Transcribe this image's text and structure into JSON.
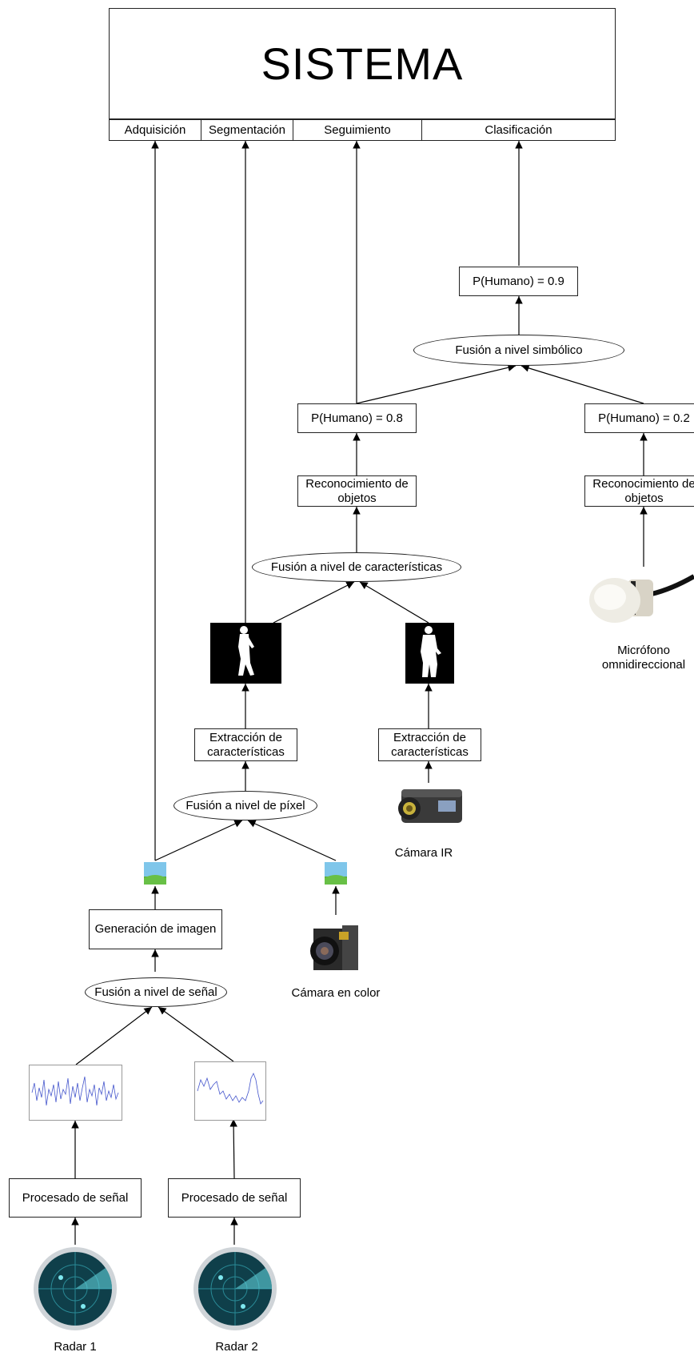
{
  "system": {
    "title": "SISTEMA",
    "tabs": [
      "Adquisición",
      "Segmentación",
      "Seguimiento",
      "Clasificación"
    ]
  },
  "nodes": {
    "p_humano_09": "P(Humano) = 0.9",
    "fusion_simbolico": "Fusión a nivel simbólico",
    "p_humano_08": "P(Humano) = 0.8",
    "p_humano_02": "P(Humano) = 0.2",
    "reconocimiento_1": "Reconocimiento de objetos",
    "reconocimiento_2": "Reconocimiento de objetos",
    "fusion_caracteristicas": "Fusión a nivel de características",
    "extraccion_1": "Extracción de características",
    "extraccion_2": "Extracción de características",
    "fusion_pixel": "Fusión a nivel de píxel",
    "generacion_imagen": "Generación de imagen",
    "fusion_senal": "Fusión a nivel de señal",
    "procesado_1": "Procesado de señal",
    "procesado_2": "Procesado de señal"
  },
  "sensors": {
    "microfono": "Micrófono omnidireccional",
    "camara_ir": "Cámara IR",
    "camara_color": "Cámara en color",
    "radar_1": "Radar 1",
    "radar_2": "Radar 2"
  }
}
